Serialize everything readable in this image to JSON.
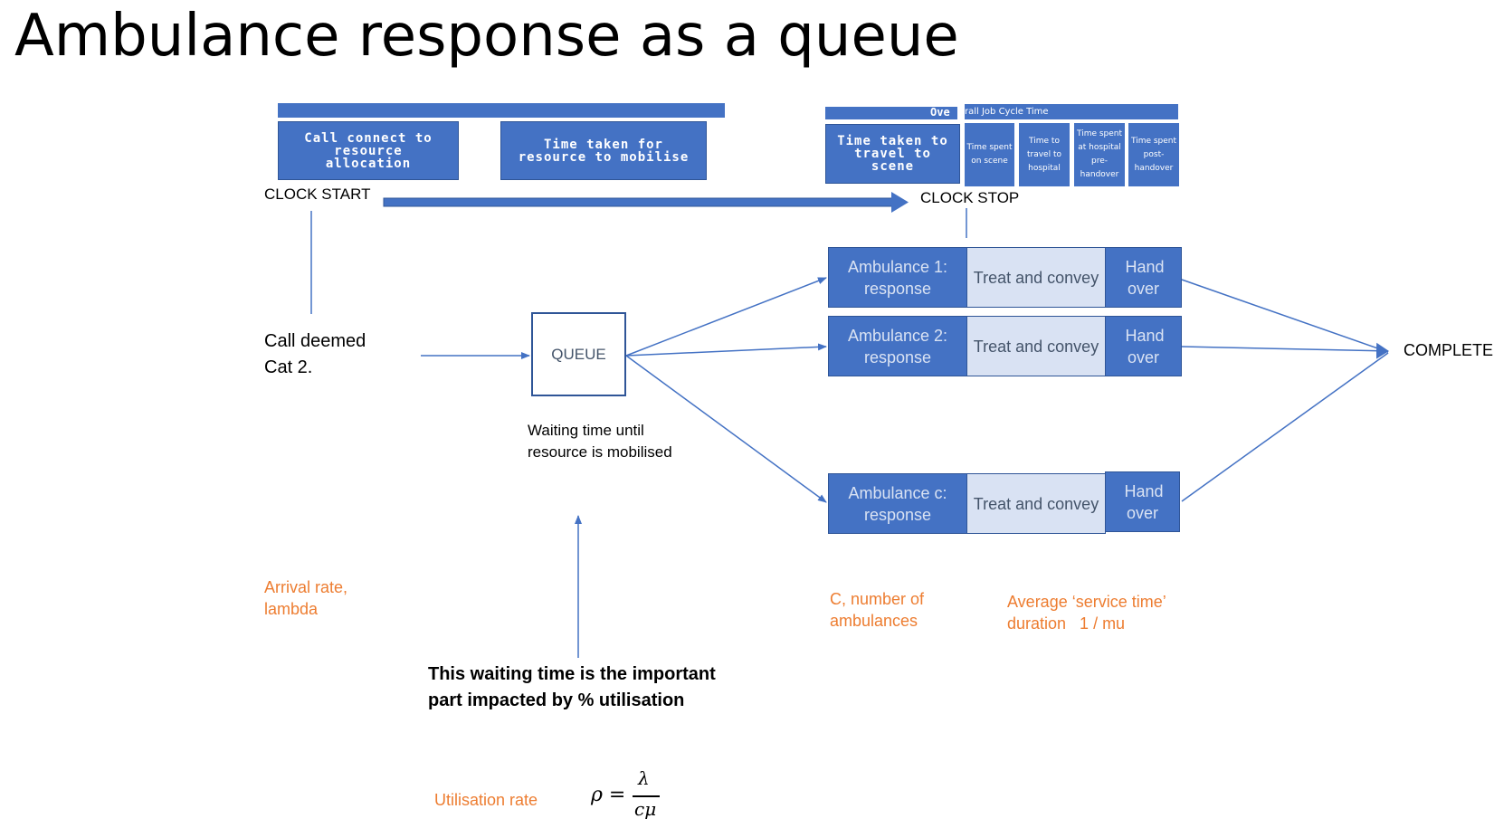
{
  "title": "Ambulance response as a queue",
  "header_left": {
    "box1": "Call connect to resource allocation",
    "box2": "Time taken for resource to mobilise"
  },
  "header_right": {
    "overall_prefix": "Ove",
    "overall_suffix": "rall Job Cycle Time",
    "travel": "Time taken to travel to scene",
    "on_scene": "Time spent on scene",
    "to_hospital": "Time to travel to hospital",
    "pre_handover": "Time spent at hospital pre-handover",
    "post_handover": "Time spent post-handover"
  },
  "clock_start": "CLOCK START",
  "clock_stop": "CLOCK STOP",
  "call_deemed": "Call deemed Cat 2.",
  "queue": "QUEUE",
  "waiting_caption": "Waiting time until resource is mobilised",
  "ambulances": [
    {
      "response": "Ambulance 1: response",
      "treat": "Treat and convey",
      "handover": "Hand over"
    },
    {
      "response": "Ambulance 2: response",
      "treat": "Treat and convey",
      "handover": "Hand over"
    },
    {
      "response": "Ambulance c: response",
      "treat": "Treat and convey",
      "handover": "Hand over"
    }
  ],
  "complete": "COMPLETE",
  "arrival_rate": "Arrival rate, lambda",
  "c_number": "C, number of ambulances",
  "service_time": "Average ‘service time’ duration   1 / mu",
  "waiting_note": "This waiting time is the important part impacted by % utilisation",
  "utilisation_label": "Utilisation rate",
  "formula": {
    "lhs": "ρ =",
    "numerator": "λ",
    "denominator": "cμ"
  },
  "colors": {
    "accent": "#4472c4",
    "dark_border": "#2f5597",
    "light_fill": "#d9e2f3",
    "orange": "#ed7d31"
  }
}
